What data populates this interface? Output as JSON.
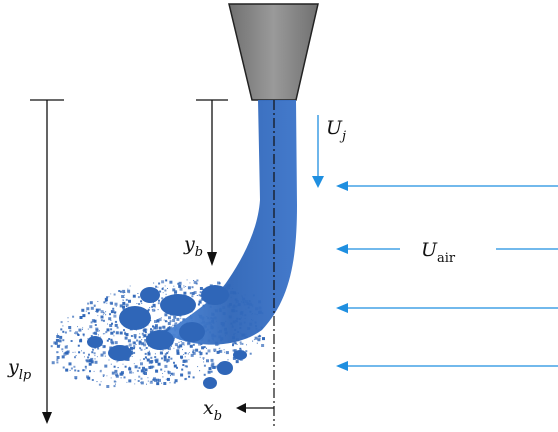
{
  "labels": {
    "u_j": {
      "main": "U",
      "sub": "j"
    },
    "u_air": {
      "main": "U",
      "sub": "air"
    },
    "y_b": {
      "main": "y",
      "sub": "b"
    },
    "y_lp": {
      "main": "y",
      "sub": "lp"
    },
    "x_b": {
      "main": "x",
      "sub": "b"
    }
  },
  "colors": {
    "nozzle": "#8a8a8a",
    "nozzle_stroke": "#222222",
    "jet": "#2f66b8",
    "jet_light": "#4d86d6",
    "arrow_blue": "#1f8fe0",
    "line_black": "#111111"
  }
}
